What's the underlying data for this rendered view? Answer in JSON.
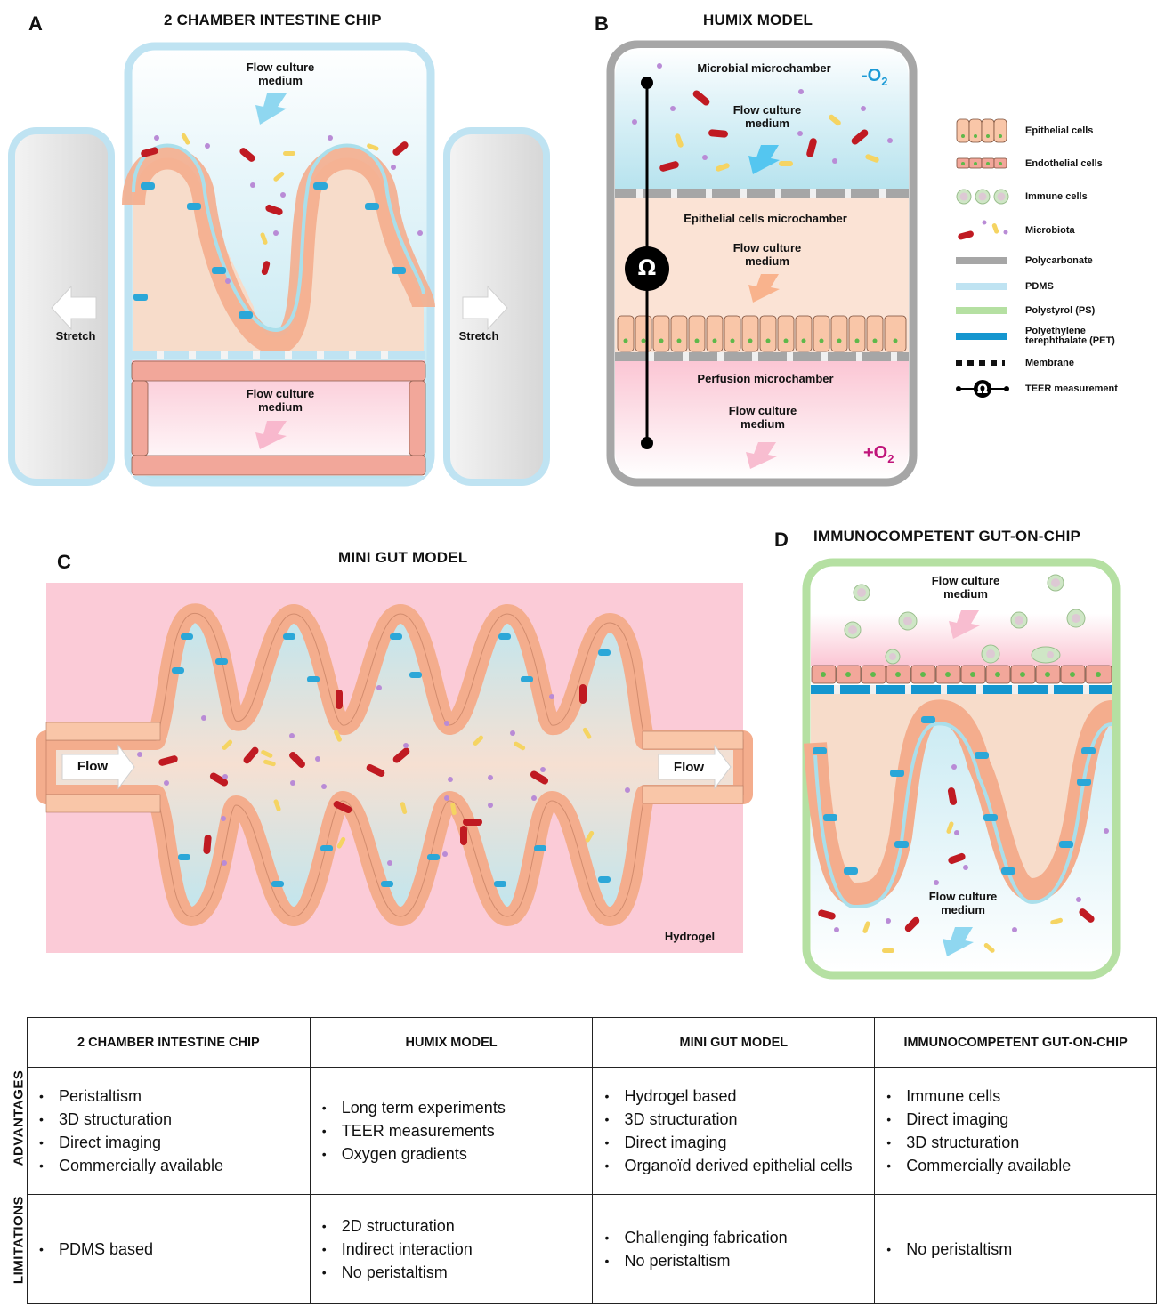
{
  "panels": {
    "a": {
      "letter": "A",
      "title": "2 CHAMBER INTESTINE CHIP",
      "top_flow": "Flow culture\nmedium",
      "bottom_flow": "Flow culture\nmedium",
      "stretch_left": "Stretch",
      "stretch_right": "Stretch"
    },
    "b": {
      "letter": "B",
      "title": "HUMIX MODEL",
      "microbial_chamber": "Microbial microchamber",
      "oxygen_minus": "-O",
      "oxygen_plus": "+O",
      "oxygen_sub": "2",
      "top_flow": "Flow culture\nmedium",
      "epithelial_chamber": "Epithelial cells microchamber",
      "mid_flow": "Flow culture\nmedium",
      "perfusion_chamber": "Perfusion microchamber",
      "bottom_flow": "Flow culture\nmedium",
      "teer_symbol": "Ω"
    },
    "c": {
      "letter": "C",
      "title": "MINI GUT MODEL",
      "flow_in": "Flow",
      "flow_out": "Flow",
      "hydrogel": "Hydrogel"
    },
    "d": {
      "letter": "D",
      "title": "IMMUNOCOMPETENT GUT-ON-CHIP",
      "top_flow": "Flow culture\nmedium",
      "bottom_flow": "Flow culture\nmedium"
    }
  },
  "legend": [
    {
      "icon": "epithelial-cells-icon",
      "label": "Epithelial cells"
    },
    {
      "icon": "endothelial-cells-icon",
      "label": "Endothelial cells"
    },
    {
      "icon": "immune-cells-icon",
      "label": "Immune cells"
    },
    {
      "icon": "microbiota-icon",
      "label": "Microbiota"
    },
    {
      "icon": "polycarbonate-swatch",
      "label": "Polycarbonate",
      "color": "#a6a6a6"
    },
    {
      "icon": "pdms-swatch",
      "label": "PDMS",
      "color": "#bfe3f2"
    },
    {
      "icon": "polystyrol-swatch",
      "label": "Polystyrol (PS)",
      "color": "#b5e0a2"
    },
    {
      "icon": "pet-swatch",
      "label": "Polyethylene\nterephthalate (PET)",
      "color": "#1596cf"
    },
    {
      "icon": "membrane-icon",
      "label": "Membrane"
    },
    {
      "icon": "teer-icon",
      "label": "TEER measurement"
    }
  ],
  "colors": {
    "pdms": "#bfe3f2",
    "polycarbonate": "#a6a6a6",
    "polystyrol": "#b5e0a2",
    "pet": "#1596cf",
    "epithelial": "#f9c6a8",
    "endothelial": "#f2a79a",
    "hydrogel": "#fbcbd7",
    "oxygen_minus": "#1b9ad6",
    "oxygen_plus": "#c0157a",
    "microbe_red": "#c01a22",
    "microbe_yellow": "#f5d462",
    "microbe_purple": "#b98bd6"
  },
  "table": {
    "row_labels": [
      "ADVANTAGES",
      "LIMITATIONS"
    ],
    "columns": [
      {
        "header": "2 CHAMBER INTESTINE CHIP",
        "advantages": [
          "Peristaltism",
          "3D structuration",
          "Direct imaging",
          "Commercially available"
        ],
        "limitations": [
          "PDMS based"
        ]
      },
      {
        "header": "HUMIX MODEL",
        "advantages": [
          "Long term experiments",
          "TEER measurements",
          "Oxygen gradients"
        ],
        "limitations": [
          "2D structuration",
          "Indirect interaction",
          "No peristaltism"
        ]
      },
      {
        "header": "MINI GUT MODEL",
        "advantages": [
          "Hydrogel based",
          "3D structuration",
          "Direct imaging",
          "Organoïd derived epithelial cells"
        ],
        "limitations": [
          "Challenging fabrication",
          "No peristaltism"
        ]
      },
      {
        "header": "IMMUNOCOMPETENT GUT-ON-CHIP",
        "advantages": [
          "Immune cells",
          "Direct imaging",
          "3D structuration",
          "Commercially available"
        ],
        "limitations": [
          "No peristaltism"
        ]
      }
    ]
  }
}
